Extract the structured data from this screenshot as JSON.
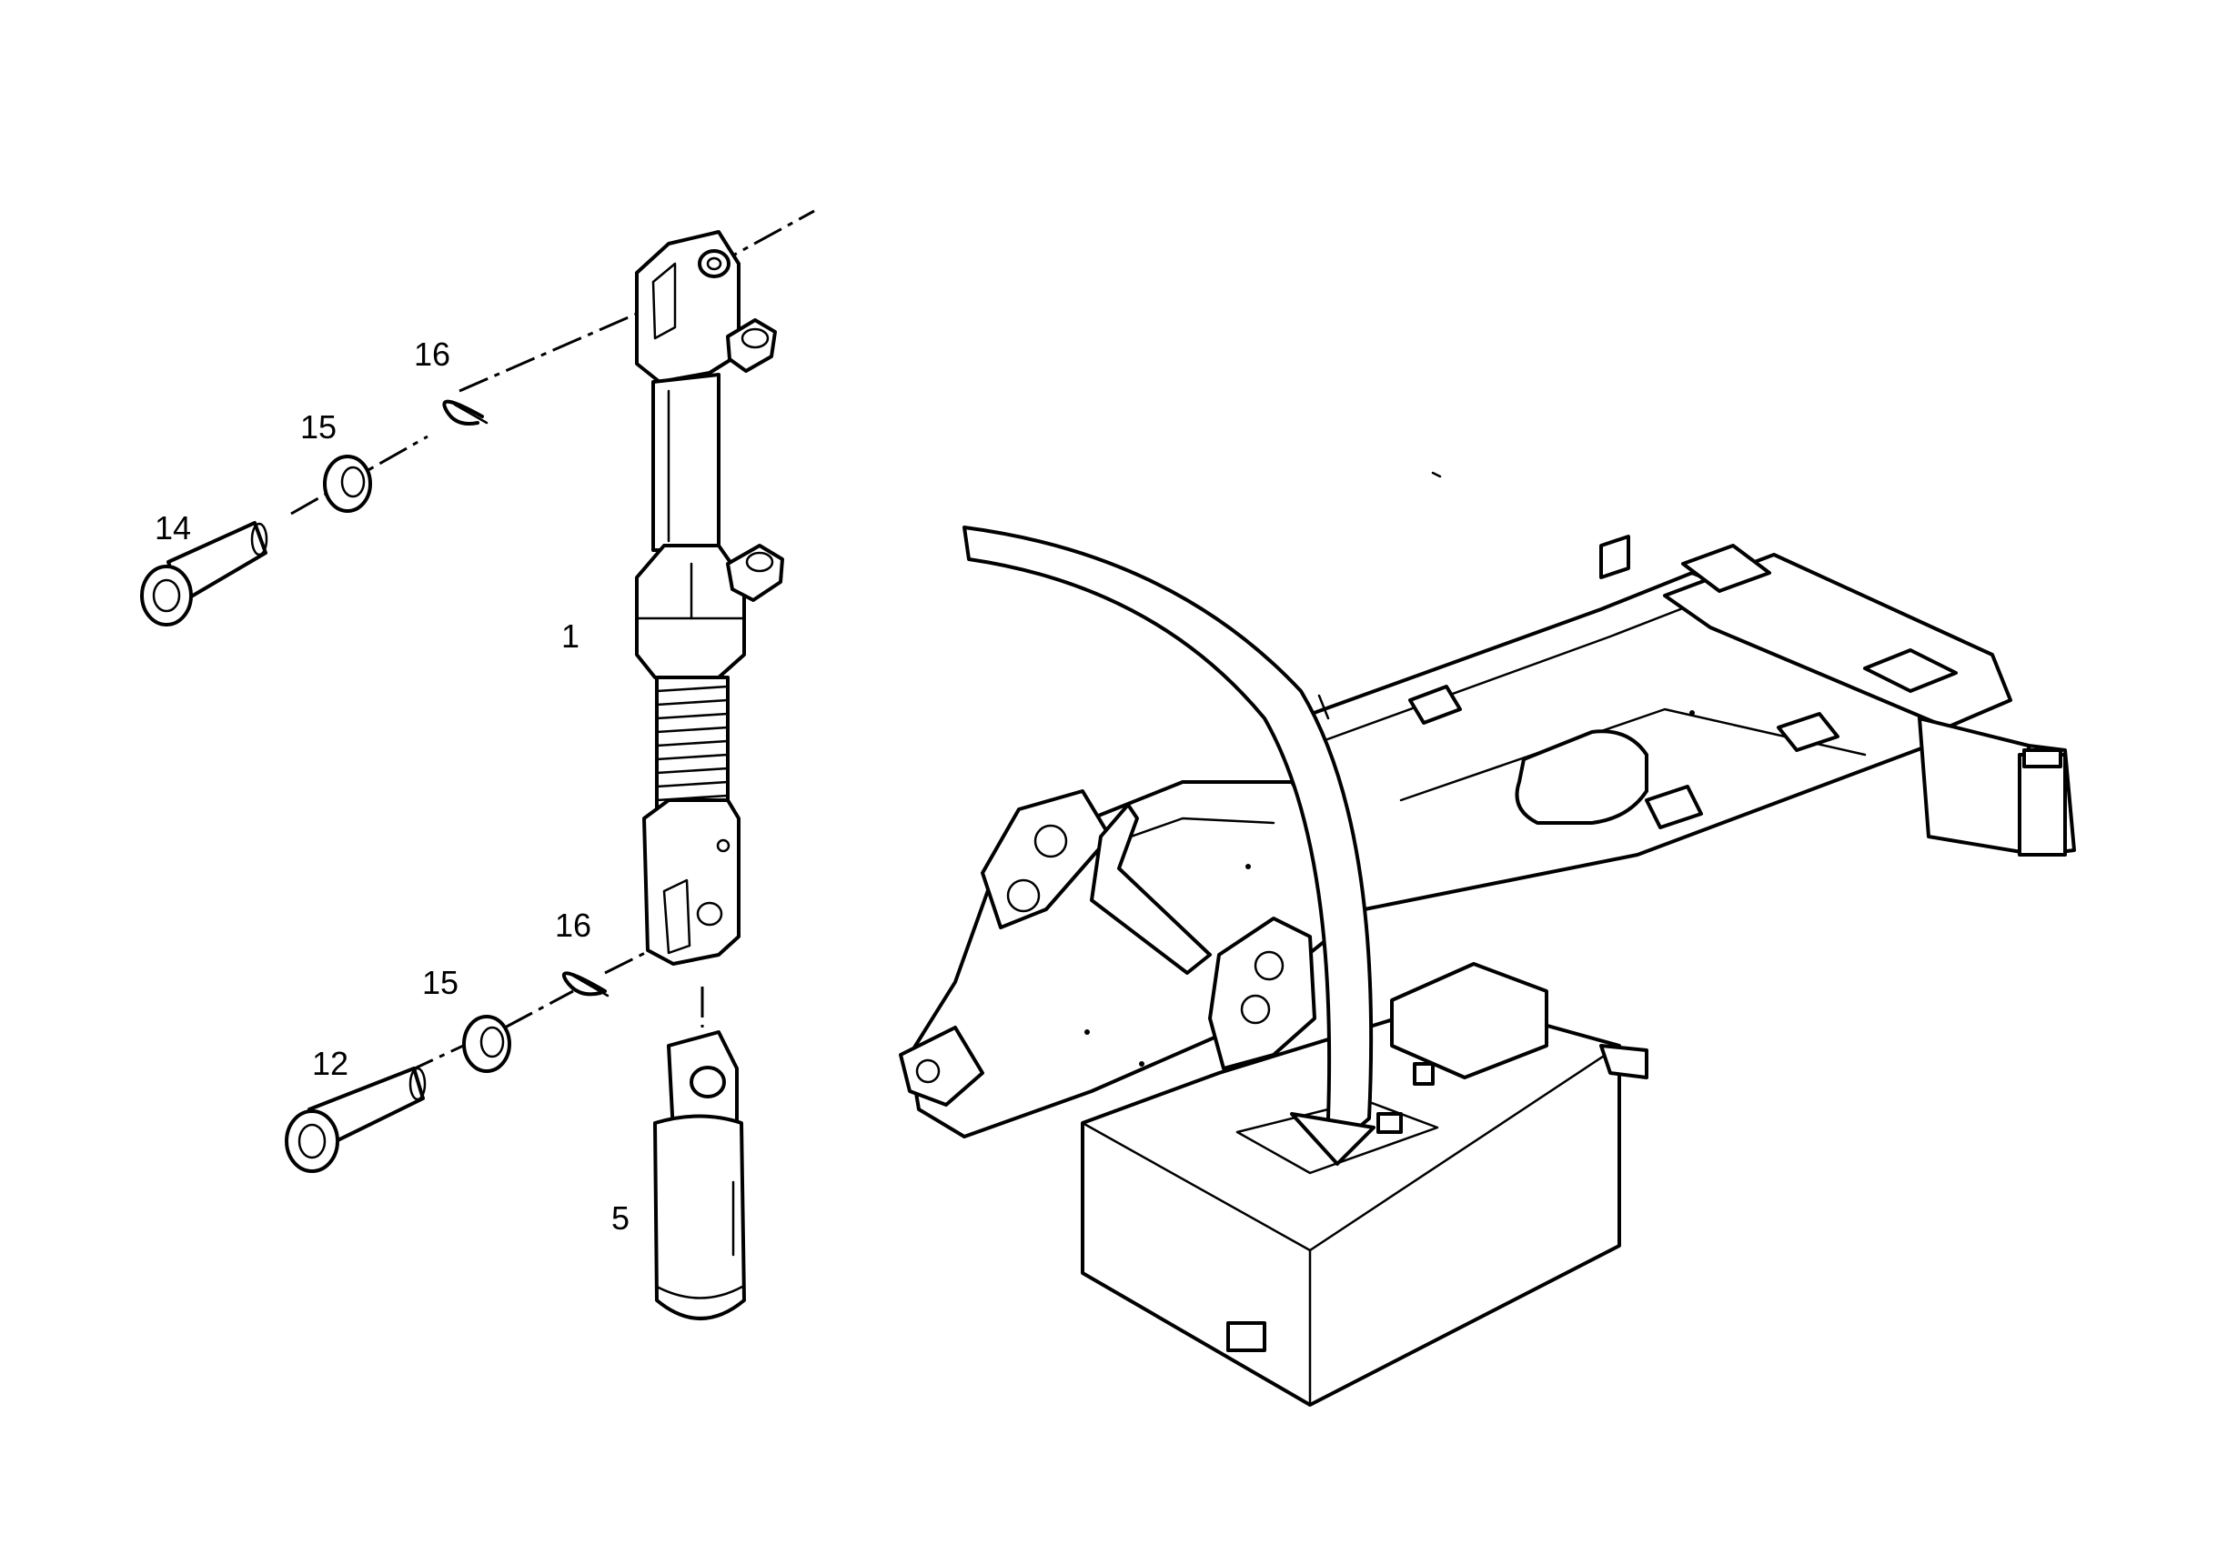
{
  "callouts": {
    "part_1": "1",
    "part_5": "5",
    "part_12": "12",
    "part_14": "14",
    "part_15_upper": "15",
    "part_15_lower": "15",
    "part_16_upper": "16",
    "part_16_lower": "16"
  }
}
